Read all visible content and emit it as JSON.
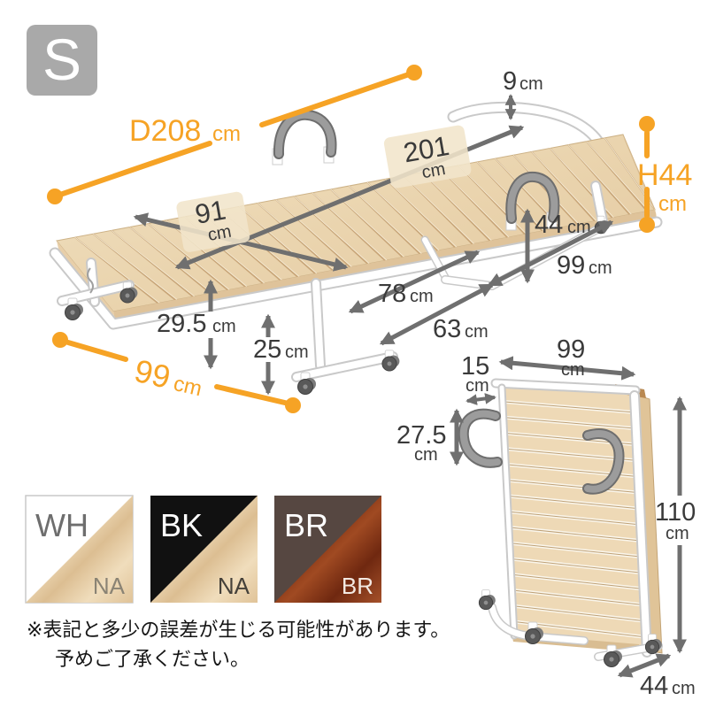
{
  "size_badge": "S",
  "main": {
    "d208": {
      "num": "D208",
      "unit": "cm"
    },
    "rail9": {
      "num": "9",
      "unit": "cm"
    },
    "h44": {
      "num": "H44",
      "unit": "cm"
    },
    "len201": {
      "num": "201",
      "unit": "cm"
    },
    "wid91": {
      "num": "91",
      "unit": "cm"
    },
    "leg44": {
      "num": "44",
      "unit": "cm"
    },
    "foot99": {
      "num": "99",
      "unit": "cm"
    },
    "mid78": {
      "num": "78",
      "unit": "cm"
    },
    "base63": {
      "num": "63",
      "unit": "cm"
    },
    "deck295": {
      "num": "29.5",
      "unit": "cm"
    },
    "clear25": {
      "num": "25",
      "unit": "cm"
    },
    "width99": {
      "num": "99",
      "unit": "cm"
    }
  },
  "folded": {
    "w99": {
      "num": "99",
      "unit": "cm"
    },
    "d15": {
      "num": "15",
      "unit": "cm"
    },
    "handle275": {
      "num": "27.5",
      "unit": "cm"
    },
    "h110": {
      "num": "110",
      "unit": "cm"
    },
    "d44": {
      "num": "44",
      "unit": "cm"
    }
  },
  "swatches": [
    {
      "frame_label": "WH",
      "slat_label": "NA"
    },
    {
      "frame_label": "BK",
      "slat_label": "NA"
    },
    {
      "frame_label": "BR",
      "slat_label": "BR"
    }
  ],
  "disclaimer": {
    "line1": "※表記と多少の誤差が生じる可能性があります。",
    "line2": "予めご了承ください。"
  },
  "colors": {
    "accent_orange": "#F6A325",
    "dimension_gray": "#6F6F6F",
    "badge_gray": "#A9A9A9",
    "wood_natural": "#EBD6B4",
    "swatch_black": "#111111",
    "swatch_brown_frame": "#564741",
    "swatch_brown_wood": "#8E3A1A"
  }
}
